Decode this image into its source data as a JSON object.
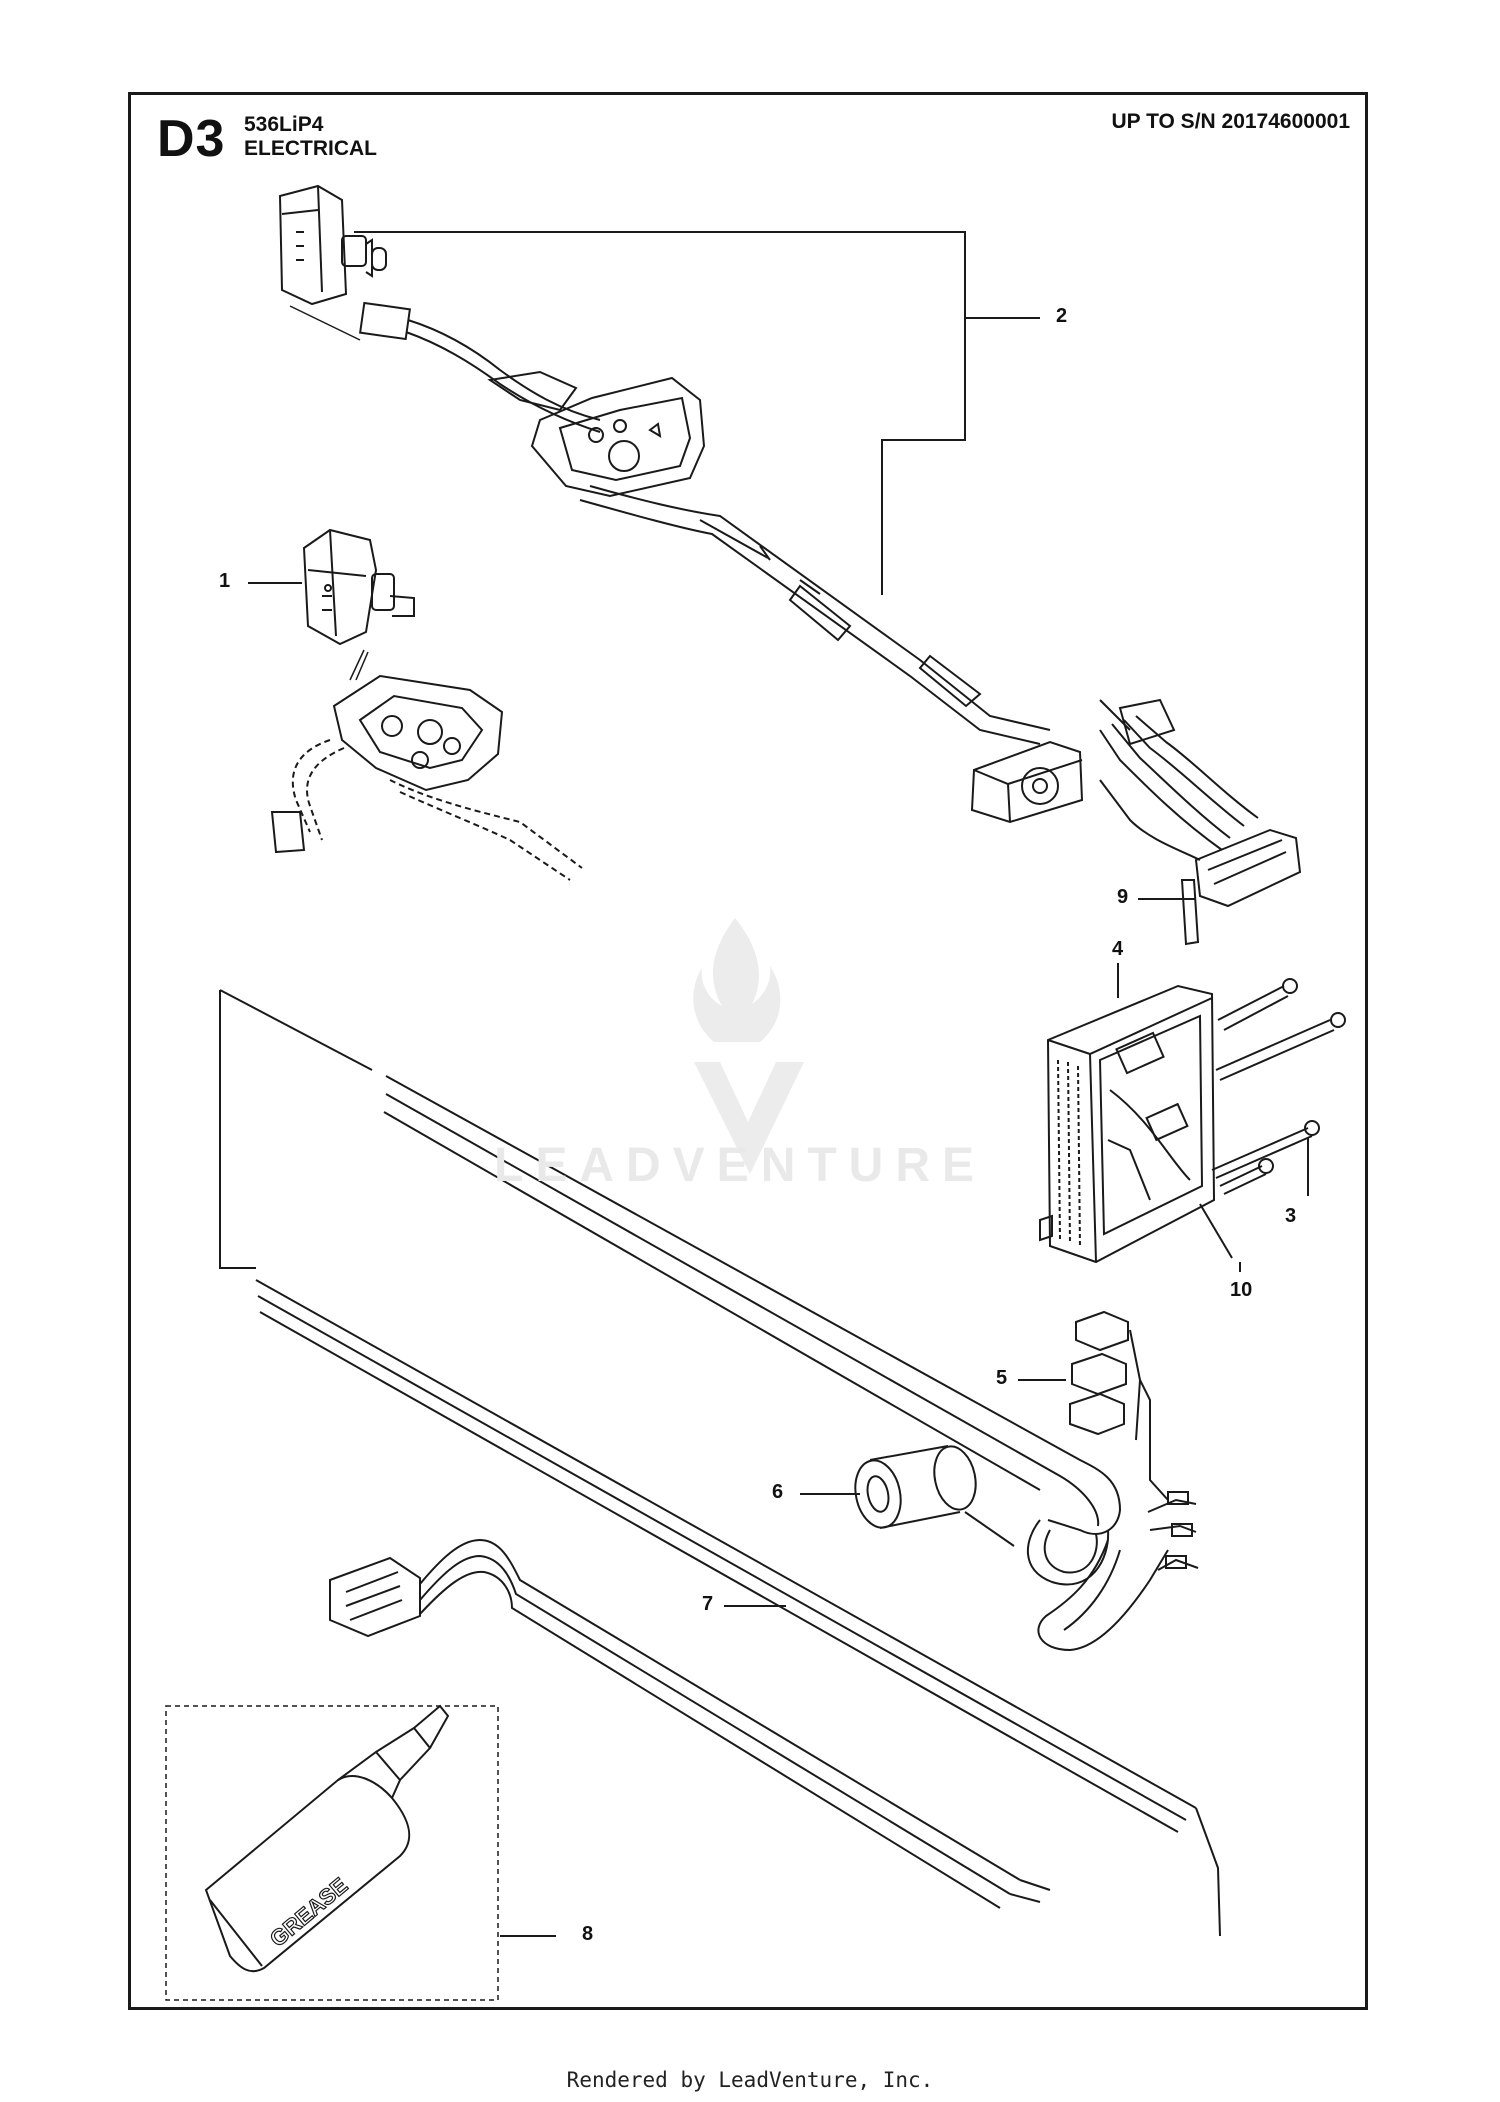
{
  "header": {
    "code": "D3",
    "model": "536LiP4",
    "title": "ELECTRICAL",
    "serial_range": "UP TO S/N 20174600001"
  },
  "callouts": [
    {
      "id": "c1",
      "label": "1"
    },
    {
      "id": "c2",
      "label": "2"
    },
    {
      "id": "c3",
      "label": "3"
    },
    {
      "id": "c4",
      "label": "4"
    },
    {
      "id": "c5",
      "label": "5"
    },
    {
      "id": "c6",
      "label": "6"
    },
    {
      "id": "c7",
      "label": "7"
    },
    {
      "id": "c8",
      "label": "8"
    },
    {
      "id": "c9",
      "label": "9"
    },
    {
      "id": "c10",
      "label": "10"
    }
  ],
  "grease_label": "GREASE",
  "watermark": "LEADVENTURE",
  "footer": "Rendered by LeadVenture, Inc."
}
